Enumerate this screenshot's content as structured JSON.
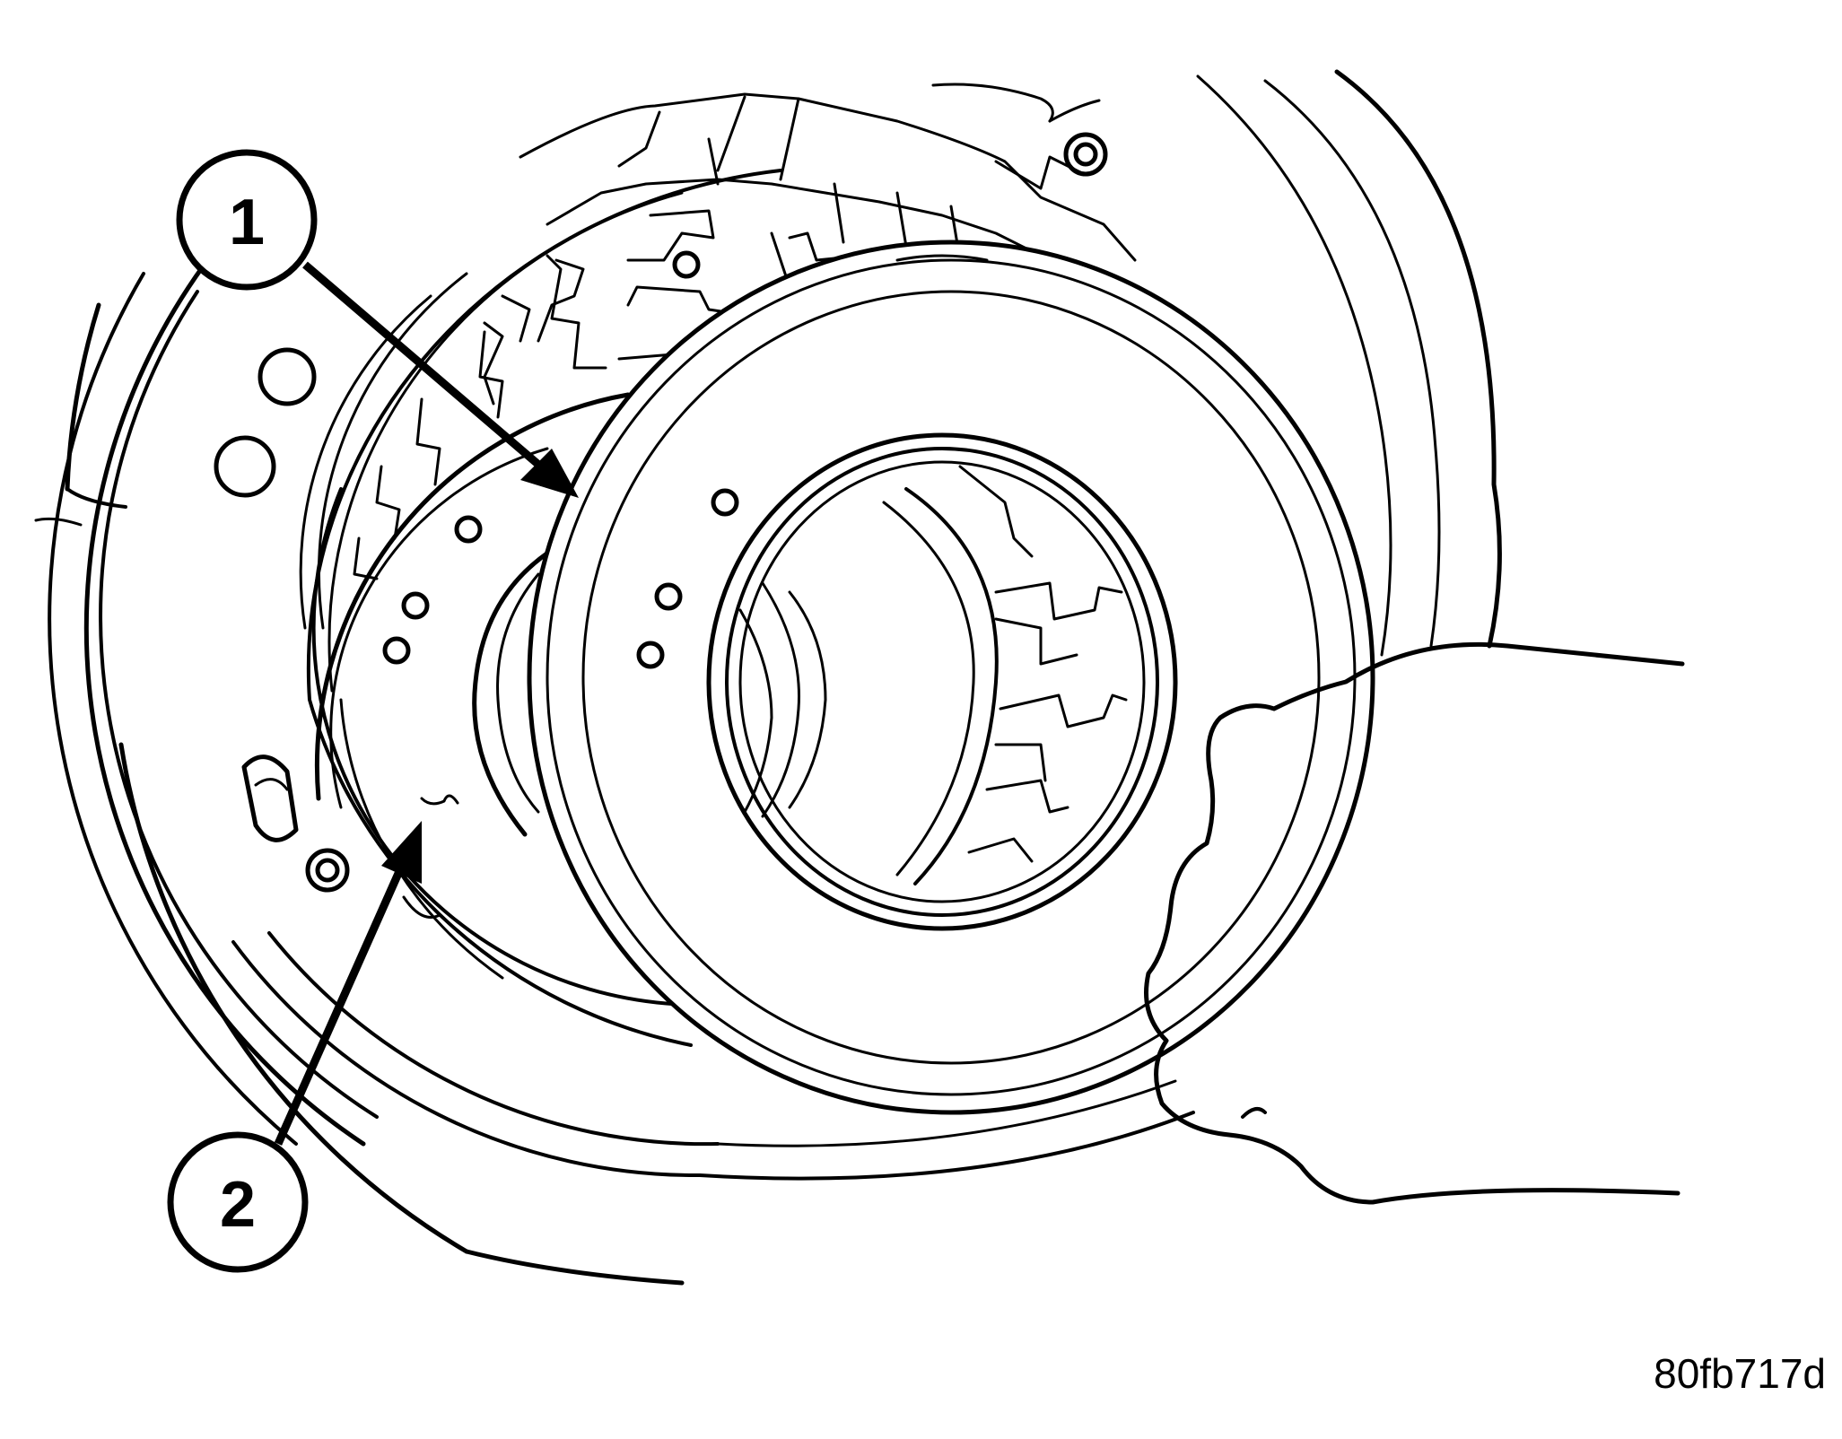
{
  "callouts": [
    {
      "number": "1"
    },
    {
      "number": "2"
    }
  ],
  "figure_id": "80fb717d",
  "colors": {
    "ink": "#000000",
    "paper": "#ffffff"
  }
}
